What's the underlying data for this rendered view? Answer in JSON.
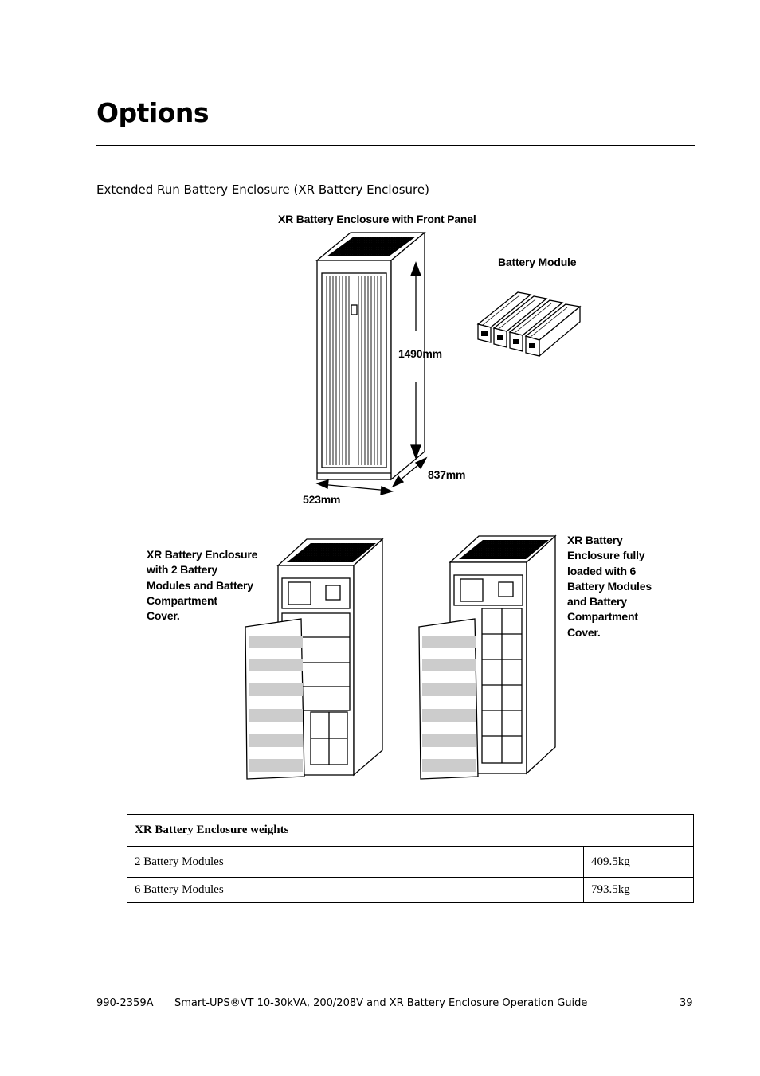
{
  "page": {
    "title": "Options",
    "section_heading": "Extended Run Battery Enclosure (XR Battery Enclosure)"
  },
  "figure_top": {
    "caption": "XR Battery Enclosure with Front Panel",
    "module_label": "Battery Module",
    "height_label": "1490mm",
    "depth_label": "837mm",
    "width_label": "523mm"
  },
  "figure_bottom": {
    "left_label": "XR Battery Enclosure\nwith 2 Battery\nModules and Battery\nCompartment\nCover.",
    "right_label": "XR Battery\nEnclosure fully\nloaded with 6\nBattery Modules\nand Battery\nCompartment\nCover."
  },
  "weights_table": {
    "header": "XR Battery Enclosure weights",
    "rows": [
      {
        "label": "2 Battery Modules",
        "value": "409.5kg"
      },
      {
        "label": "6 Battery Modules",
        "value": "793.5kg"
      }
    ]
  },
  "footer": {
    "doc_number": "990-2359A",
    "doc_title": "Smart-UPS®VT 10-30kVA, 200/208V and XR Battery Enclosure Operation Guide",
    "page_number": "39"
  }
}
